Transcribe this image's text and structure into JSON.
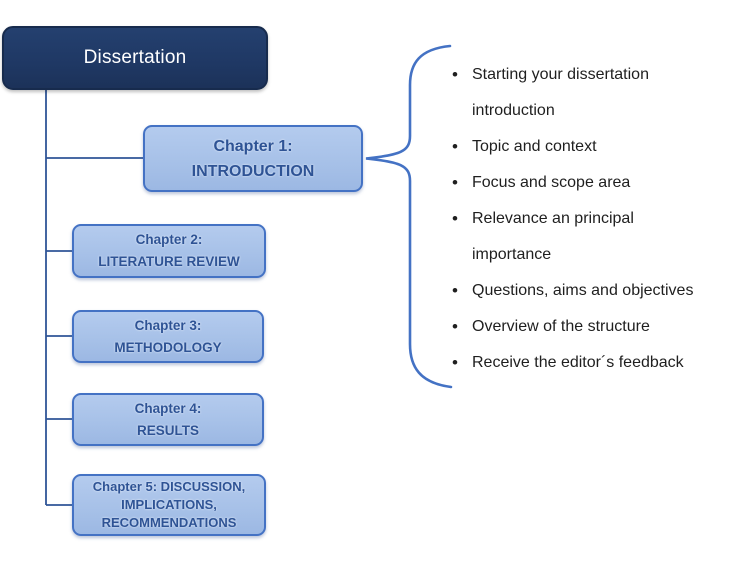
{
  "diagram": {
    "root": {
      "label": "Dissertation"
    },
    "chapters": [
      {
        "label": "Chapter 1:\nINTRODUCTION"
      },
      {
        "label": "Chapter 2:\nLITERATURE REVIEW"
      },
      {
        "label": "Chapter 3:\nMETHODOLOGY"
      },
      {
        "label": "Chapter 4:\nRESULTS"
      },
      {
        "label": "Chapter 5: DISCUSSION,\nIMPLICATIONS,\nRECOMMENDATIONS"
      }
    ],
    "chapter1_details": {
      "items": [
        "Starting your dissertation introduction",
        "Topic and context",
        "Focus and scope area",
        "Relevance an principal importance",
        "Questions, aims and objectives",
        "Overview of the structure",
        "Receive the editor´s feedback"
      ]
    },
    "colors": {
      "root_box_fill": "#1f3864",
      "root_box_text": "#ffffff",
      "chapter_box_fill": "#a7c1e8",
      "chapter_box_border": "#4472c4",
      "chapter_box_text": "#2e5395",
      "connector_line": "#2f5597",
      "brace": "#4472c4",
      "bullet_text": "#1f1f1f"
    }
  }
}
